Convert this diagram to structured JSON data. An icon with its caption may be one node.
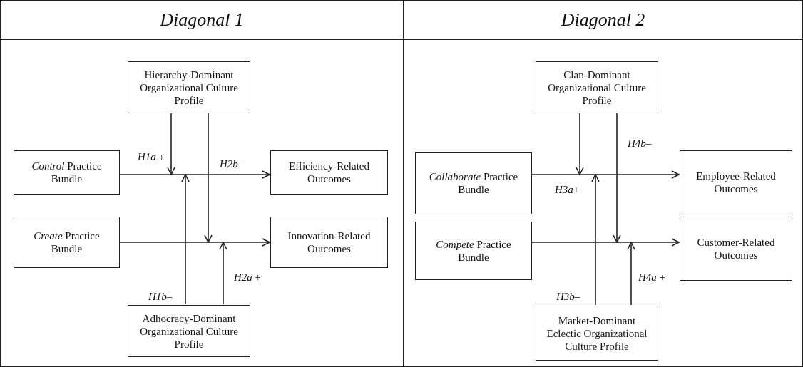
{
  "diagram": {
    "nodes": [
      {
        "text": [
          "Diagonal 1"
        ]
      },
      {
        "text": [
          "Hierarchy-Dominant Organizational Culture Profile"
        ],
        "in": 0
      },
      {
        "text": [
          "*Control* Practice Bundle"
        ],
        "in": 0
      },
      {
        "text": [
          "Efficiency-Related Outcomes"
        ],
        "in": 0
      },
      {
        "text": [
          "*Create* Practice Bundle"
        ],
        "in": 0
      },
      {
        "text": [
          "Innovation-Related Outcomes"
        ],
        "in": 0
      },
      {
        "text": [
          "Adhocracy-Dominant Organizational Culture Profile"
        ],
        "in": 0
      },
      {
        "text": [
          "Diagonal 2"
        ]
      },
      {
        "text": [
          "Clan-Dominant Organizational Culture Profile"
        ],
        "in": 7
      },
      {
        "text": [
          "*Collaborate* Practice Bundle"
        ],
        "in": 7
      },
      {
        "text": [
          "Employee-Related Outcomes"
        ],
        "in": 7
      },
      {
        "text": [
          "*Compete* Practice Bundle"
        ],
        "in": 7
      },
      {
        "text": [
          "Customer-Related Outcomes"
        ],
        "in": 7
      },
      {
        "text": [
          "Market-Dominant Eclectic Organizational Culture Profile"
        ],
        "in": 7
      }
    ],
    "edges": [
      {
        "from": 2,
        "to": 3,
        "arrow": "to"
      },
      {
        "from": 4,
        "to": 5,
        "arrow": "to"
      },
      {
        "from": 1,
        "to": null,
        "arrow": "to",
        "label": "*H1a* +"
      },
      {
        "from": 1,
        "to": null,
        "arrow": "to",
        "label": "*H2b*–"
      },
      {
        "from": 6,
        "to": null,
        "arrow": "to",
        "label": "*H1b*–"
      },
      {
        "from": 6,
        "to": null,
        "arrow": "to",
        "label": "*H2a* +"
      },
      {
        "from": 9,
        "to": 10,
        "arrow": "to"
      },
      {
        "from": 11,
        "to": 12,
        "arrow": "to"
      },
      {
        "from": 8,
        "to": null,
        "arrow": "to",
        "label": "*H3a*+"
      },
      {
        "from": 8,
        "to": null,
        "arrow": "to",
        "label": "*H4b*–"
      },
      {
        "from": 13,
        "to": null,
        "arrow": "to",
        "label": "*H3b*–"
      },
      {
        "from": 13,
        "to": null,
        "arrow": "to",
        "label": "*H4a* +"
      }
    ]
  }
}
